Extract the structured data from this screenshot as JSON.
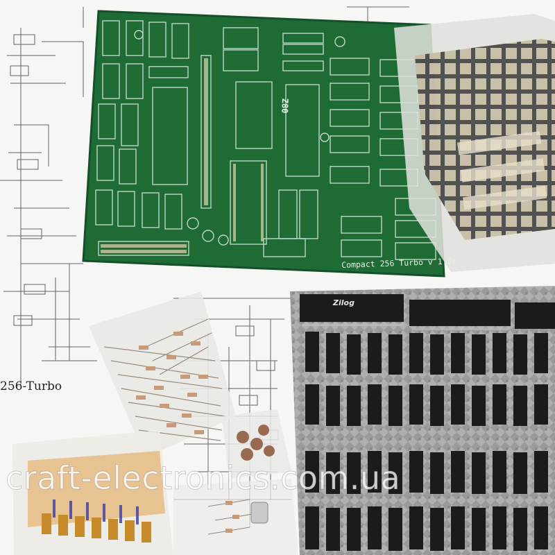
{
  "photo": {
    "schematic_caption": "256-Turbo",
    "board_title": "Compact 256 Turbo v 1.2r",
    "cpu_marking": "Z80",
    "chip_brand": "Zilog",
    "watermark": "craft-electronics.com.ua"
  },
  "colors": {
    "pcb_green": "#1e6b35",
    "paper": "#f6f6f4",
    "ic_black": "#1b1b1b",
    "resistor_tan": "#c89a78"
  }
}
